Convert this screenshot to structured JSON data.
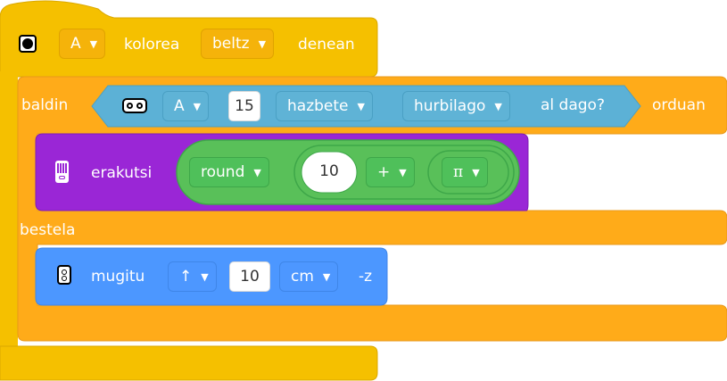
{
  "hat": {
    "port": "A",
    "label_color": "kolorea",
    "color_value": "beltz",
    "label_when": "denean"
  },
  "if_block": {
    "label_if": "baldin",
    "condition": {
      "port": "A",
      "distance": "15",
      "unit": "hazbete",
      "compare": "hurbilago",
      "question": "al dago?"
    },
    "label_then": "orduan",
    "label_else": "bestela"
  },
  "display": {
    "label": "erakutsi",
    "func": "round",
    "operand": "10",
    "operator": "+",
    "constant": "π"
  },
  "move": {
    "label": "mugitu",
    "direction": "↑",
    "amount": "10",
    "unit": "cm",
    "suffix": "-z"
  },
  "colors": {
    "events": "#f5c000",
    "control": "#ffab19",
    "sensing": "#5cb1d6",
    "display": "#9a26d6",
    "operators": "#59c059",
    "motion": "#4c97ff"
  },
  "icons": [
    "stop-circle-icon",
    "distance-sensor-icon",
    "light-matrix-icon",
    "motor-pair-icon",
    "caret-down-icon"
  ]
}
